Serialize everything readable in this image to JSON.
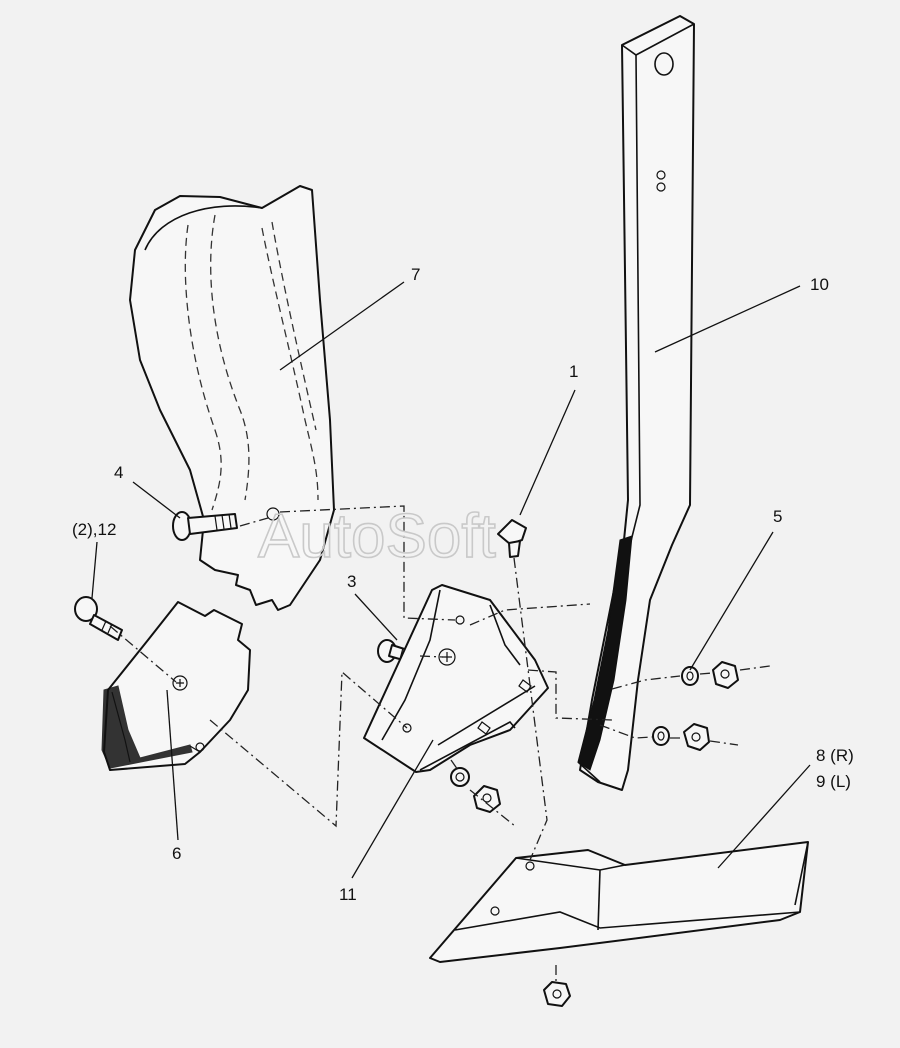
{
  "watermark": "AutoSoft",
  "callouts": {
    "c1": "1",
    "c3": "3",
    "c4": "4",
    "c5": "5",
    "c6": "6",
    "c7": "7",
    "c8": "8 (R)",
    "c9": "9 (L)",
    "c10": "10",
    "c11": "11",
    "c12": "(2),12"
  }
}
